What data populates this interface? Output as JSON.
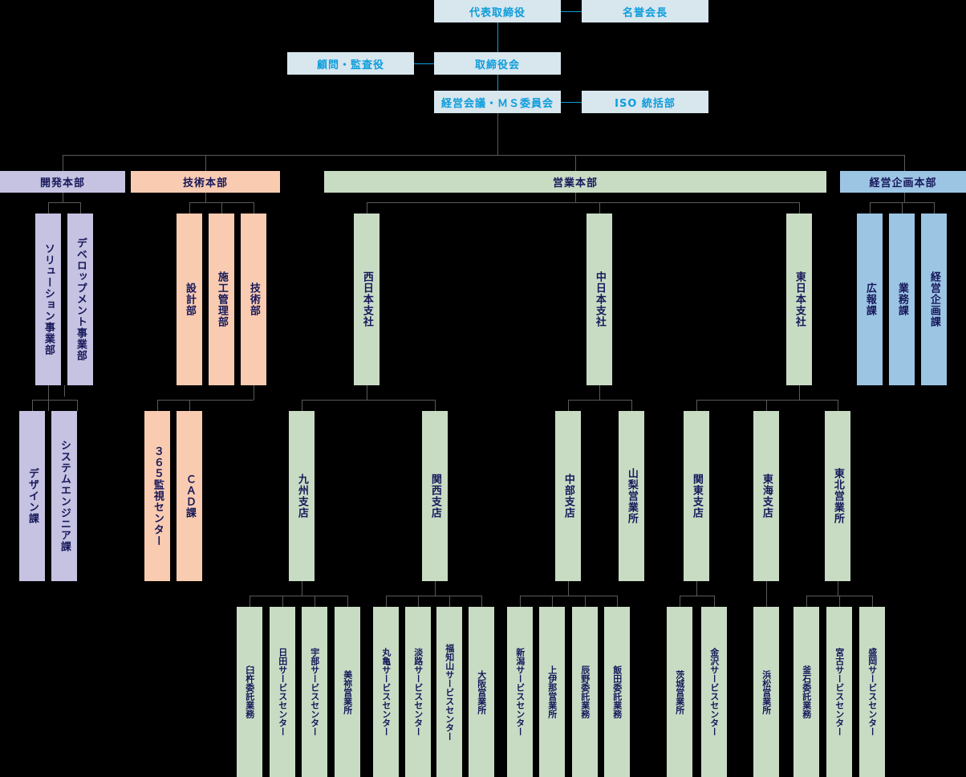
{
  "title": "組織図",
  "palette": {
    "exec_bg": "#d8e6ee",
    "exec_text": "#0d9ddb",
    "purple": "#c6c2e2",
    "peach": "#f9cbb0",
    "green": "#c8dcc4",
    "blue": "#9cc5e4",
    "label_text": "#16185a",
    "background": "#000000",
    "line": "#5a5a5a"
  },
  "executive": {
    "ceo": "代表取締役",
    "honorary_chairman": "名誉会長",
    "advisor_auditor": "顧問・監査役",
    "board": "取締役会",
    "management_meeting": "経営会議・ＭＳ委員会",
    "iso": "ISO 統括部"
  },
  "divisions": {
    "development": {
      "header": "開発本部",
      "row2": [
        "ソリューション事業部",
        "デベロップメント事業部"
      ],
      "row3": [
        "デザイン課",
        "システムエンジニア課"
      ]
    },
    "technology": {
      "header": "技術本部",
      "row2": [
        "設計部",
        "施工管理部",
        "技術部"
      ],
      "row3": [
        "３６５監視センター",
        "ＣＡＤ課"
      ]
    },
    "sales": {
      "header": "営業本部",
      "row2": [
        "西日本支社",
        "中日本支社",
        "東日本支社"
      ],
      "west": {
        "branches": [
          "九州支店",
          "関西支店"
        ],
        "kyushu_offices": [
          "臼杵委託業務",
          "日田サービスセンター",
          "宇部サービスセンター",
          "美祢営業所"
        ],
        "kansai_offices": [
          "丸亀サービスセンター",
          "淡路サービスセンター",
          "福知山サービスセンター",
          "大阪営業所"
        ]
      },
      "central": {
        "branches": [
          "中部支店",
          "山梨営業所"
        ],
        "chubu_offices": [
          "新潟サービスセンター",
          "上伊那営業所",
          "辰野委託業務",
          "飯田委託業務"
        ]
      },
      "east": {
        "branches": [
          "関東支店",
          "東海支店",
          "東北営業所"
        ],
        "kanto_offices": [
          "茨城営業所",
          "金沢サービスセンター"
        ],
        "tokai_offices": [
          "浜松営業所"
        ],
        "tohoku_offices": [
          "釜石委託業務",
          "宮古サービスセンター",
          "盛岡サービスセンター"
        ]
      }
    },
    "planning": {
      "header": "経営企画本部",
      "row2": [
        "広報課",
        "業務課",
        "経営企画課"
      ]
    }
  }
}
